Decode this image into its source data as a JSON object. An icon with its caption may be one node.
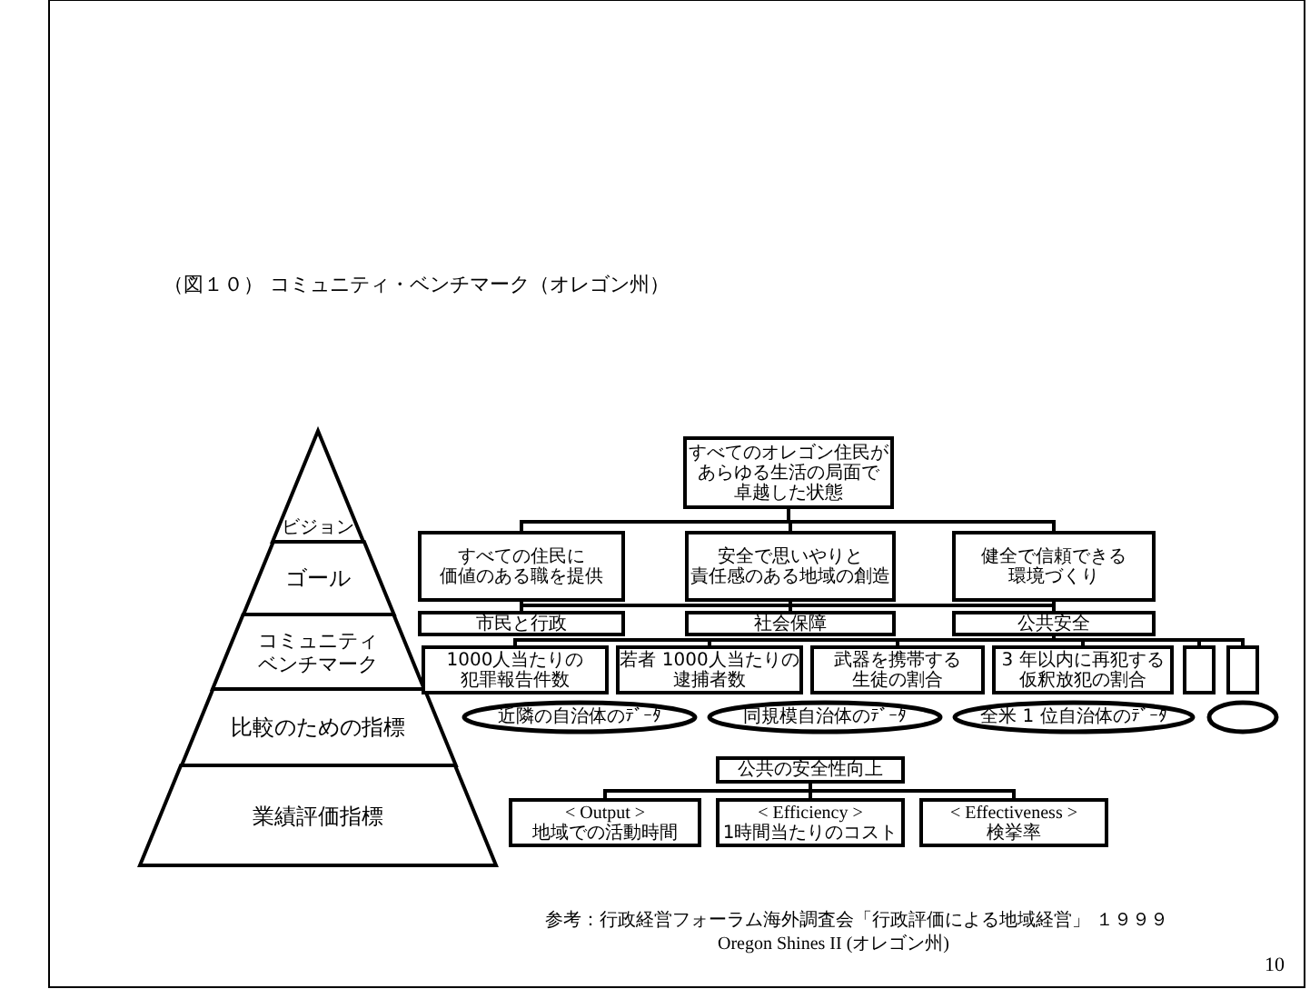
{
  "diagram": {
    "title": "（図１０） コミュニティ・ベンチマーク（オレゴン州）",
    "nodes": [
      {
        "text": [
          "ビジョン"
        ]
      },
      {
        "text": [
          "ゴール"
        ]
      },
      {
        "text": [
          "コミュニティベンチマーク"
        ]
      },
      {
        "text": [
          "比較のための指標"
        ]
      },
      {
        "text": [
          "業績評価指標"
        ]
      },
      {
        "text": [
          "すべてのオレゴン住民があらゆる生活の局面で卓越した状態"
        ]
      },
      {
        "text": [
          "すべての住民に価値のある職を提供"
        ]
      },
      {
        "text": [
          "安全で思いやりと責任感のある地域の創造"
        ]
      },
      {
        "text": [
          "健全で信頼できる環境づくり"
        ]
      },
      {
        "text": [
          "市民と行政"
        ]
      },
      {
        "text": [
          "社会保障"
        ]
      },
      {
        "text": [
          "公共安全"
        ]
      },
      {
        "text": [
          "1000人当たりの犯罪報告件数"
        ]
      },
      {
        "text": [
          "若者 1000人当たりの逮捕者数"
        ]
      },
      {
        "text": [
          "武器を携帯する生徒の割合"
        ]
      },
      {
        "text": [
          "3 年以内に再犯する仮釈放犯の割合"
        ]
      },
      {
        "text": [],
        "shape": "box"
      },
      {
        "text": [],
        "shape": "box"
      },
      {
        "text": [
          "近隣の自治体のﾃﾞｰﾀ"
        ]
      },
      {
        "text": [
          "同規模自治体のﾃﾞｰﾀ"
        ]
      },
      {
        "text": [
          "全米 1 位自治体のﾃﾞｰﾀ"
        ]
      },
      {
        "text": [],
        "shape": "ellipse"
      },
      {
        "text": [
          "公共の安全性向上"
        ]
      },
      {
        "text": [
          "< Output >",
          "地域での活動時間"
        ]
      },
      {
        "text": [
          "< Efficiency >",
          "1時間当たりのコスト"
        ]
      },
      {
        "text": [
          "< Effectiveness >",
          "検挙率"
        ]
      }
    ],
    "edges": [
      {
        "from": 5,
        "to": 6,
        "arrow": "none"
      },
      {
        "from": 5,
        "to": 7,
        "arrow": "none"
      },
      {
        "from": 5,
        "to": 8,
        "arrow": "none"
      },
      {
        "from": 6,
        "to": 9,
        "arrow": "none"
      },
      {
        "from": 7,
        "to": 10,
        "arrow": "none"
      },
      {
        "from": 8,
        "to": 11,
        "arrow": "none"
      },
      {
        "from": 7,
        "to": 9,
        "arrow": "none"
      },
      {
        "from": 7,
        "to": 11,
        "arrow": "none"
      },
      {
        "from": 11,
        "to": 12,
        "arrow": "none"
      },
      {
        "from": 11,
        "to": 13,
        "arrow": "none"
      },
      {
        "from": 11,
        "to": 14,
        "arrow": "none"
      },
      {
        "from": 11,
        "to": 15,
        "arrow": "none"
      },
      {
        "from": 11,
        "to": 16,
        "arrow": "none"
      },
      {
        "from": 11,
        "to": 17,
        "arrow": "none"
      },
      {
        "from": 22,
        "to": 23,
        "arrow": "none"
      },
      {
        "from": 22,
        "to": 24,
        "arrow": "none"
      },
      {
        "from": 22,
        "to": 25,
        "arrow": "none"
      }
    ],
    "labels": [
      "参考：行政経営フォーラム海外調査会「行政評価による地域経営」 １９９９",
      "Oregon Shines II (オレゴン州)",
      "10"
    ]
  }
}
